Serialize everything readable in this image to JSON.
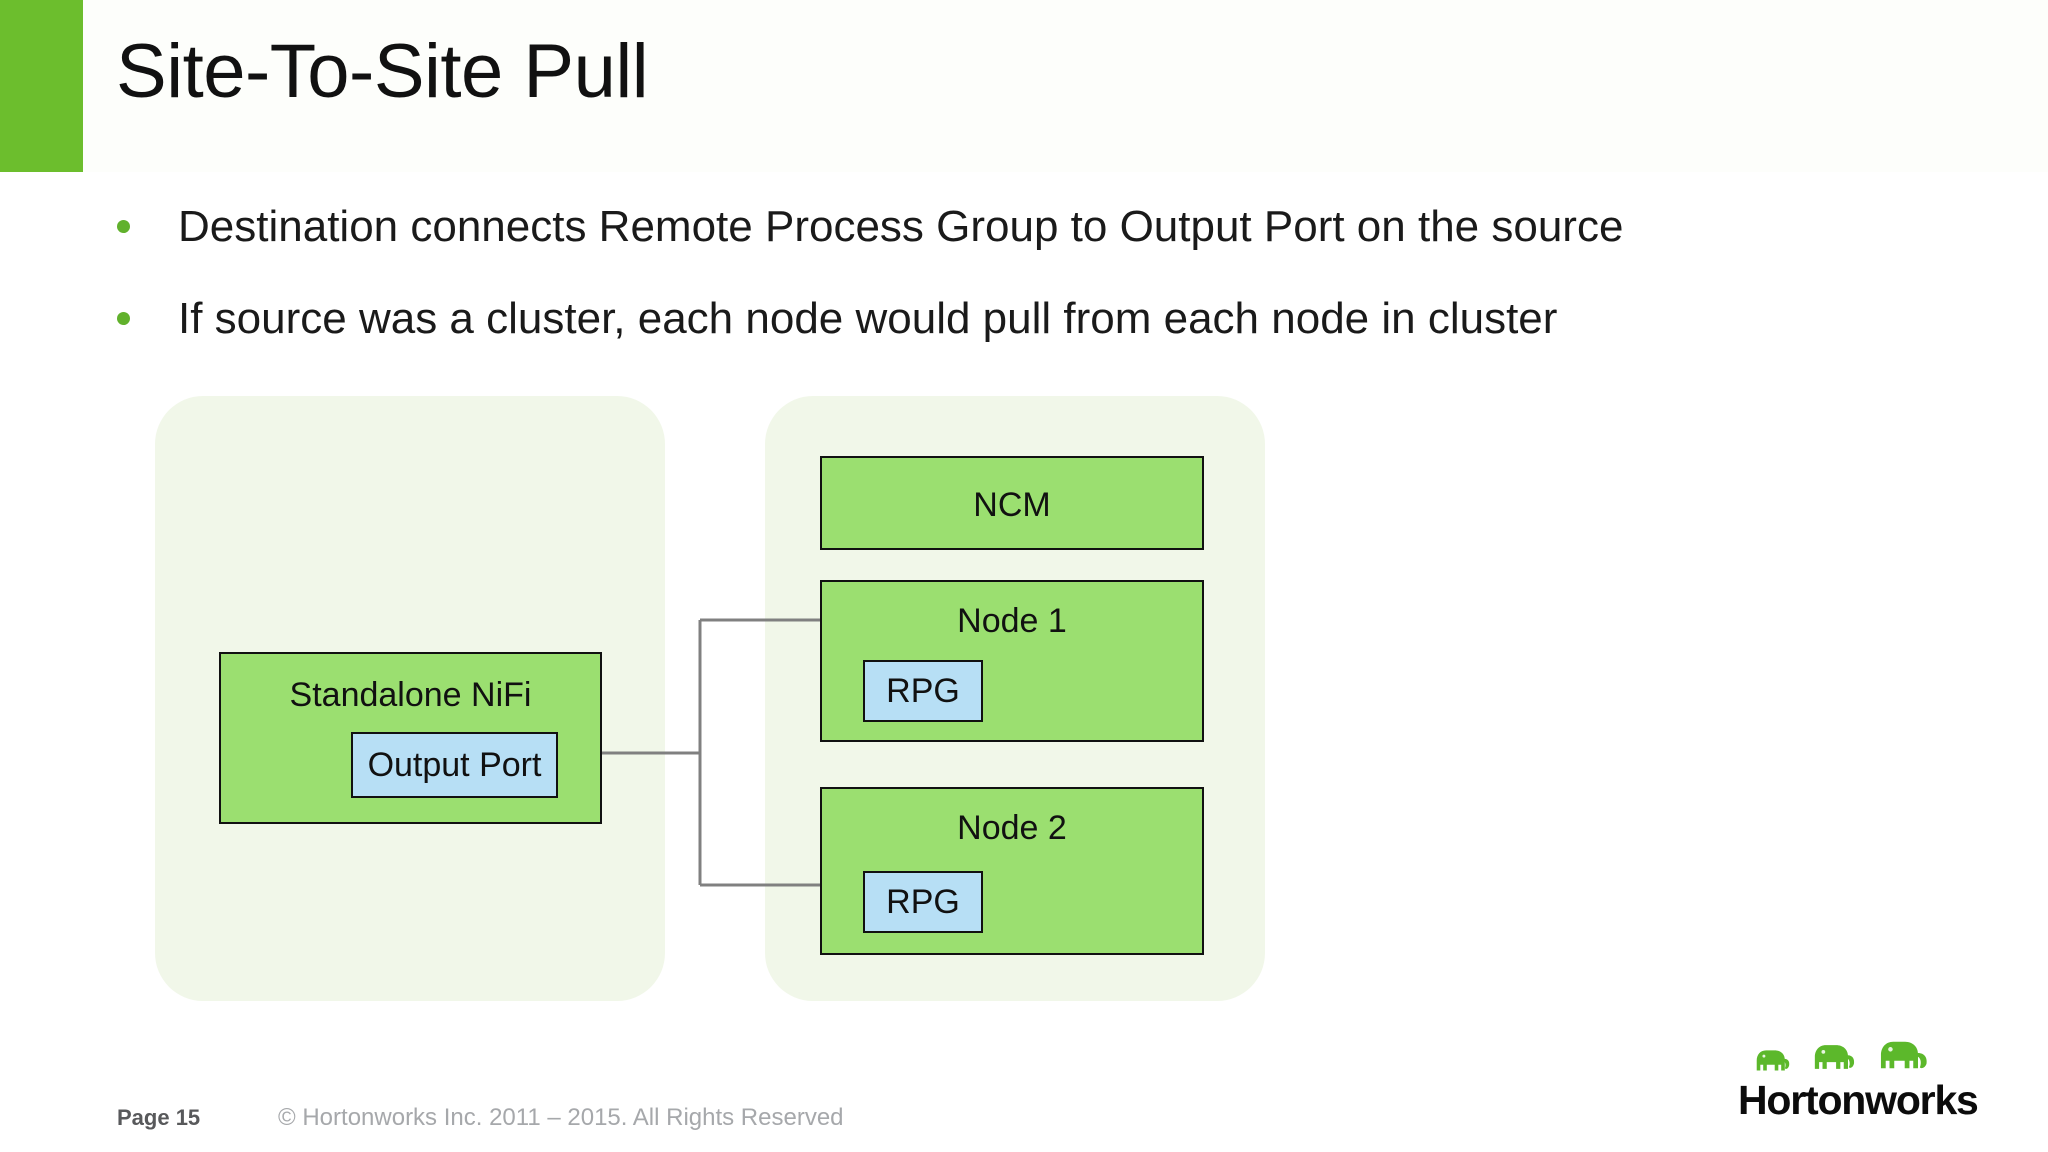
{
  "slide": {
    "title": "Site-To-Site Pull",
    "accent_color": "#6cbe2d",
    "background_color": "#ffffff"
  },
  "bullets": [
    {
      "text": "Destination connects Remote Process Group to Output Port on the source"
    },
    {
      "text": "If source was a cluster, each node would pull from each node in cluster"
    }
  ],
  "diagram": {
    "colors": {
      "zone_fill": "#f1f7e9",
      "green_fill": "#9bdf70",
      "blue_fill": "#b7dff5",
      "box_border": "#111111",
      "connector": "#808080"
    },
    "zones": [
      {
        "name": "standalone-zone"
      },
      {
        "name": "cluster-zone"
      }
    ],
    "standalone": {
      "title": "Standalone NiFi",
      "port": {
        "label": "Output Port"
      }
    },
    "cluster": {
      "ncm": {
        "title": "NCM"
      },
      "nodes": [
        {
          "title": "Node 1",
          "rpg": {
            "label": "RPG"
          }
        },
        {
          "title": "Node 2",
          "rpg": {
            "label": "RPG"
          }
        }
      ]
    },
    "connector": {
      "description": "Remote Process Groups on each cluster node pull from the standalone Output Port",
      "direction": "pull"
    }
  },
  "footer": {
    "page_label": "Page 15",
    "copyright": "© Hortonworks Inc. 2011 – 2015. All Rights Reserved"
  },
  "logo": {
    "wordmark": "Hortonworks",
    "elephant_color": "#5cb82b",
    "elephant_count": 3
  }
}
